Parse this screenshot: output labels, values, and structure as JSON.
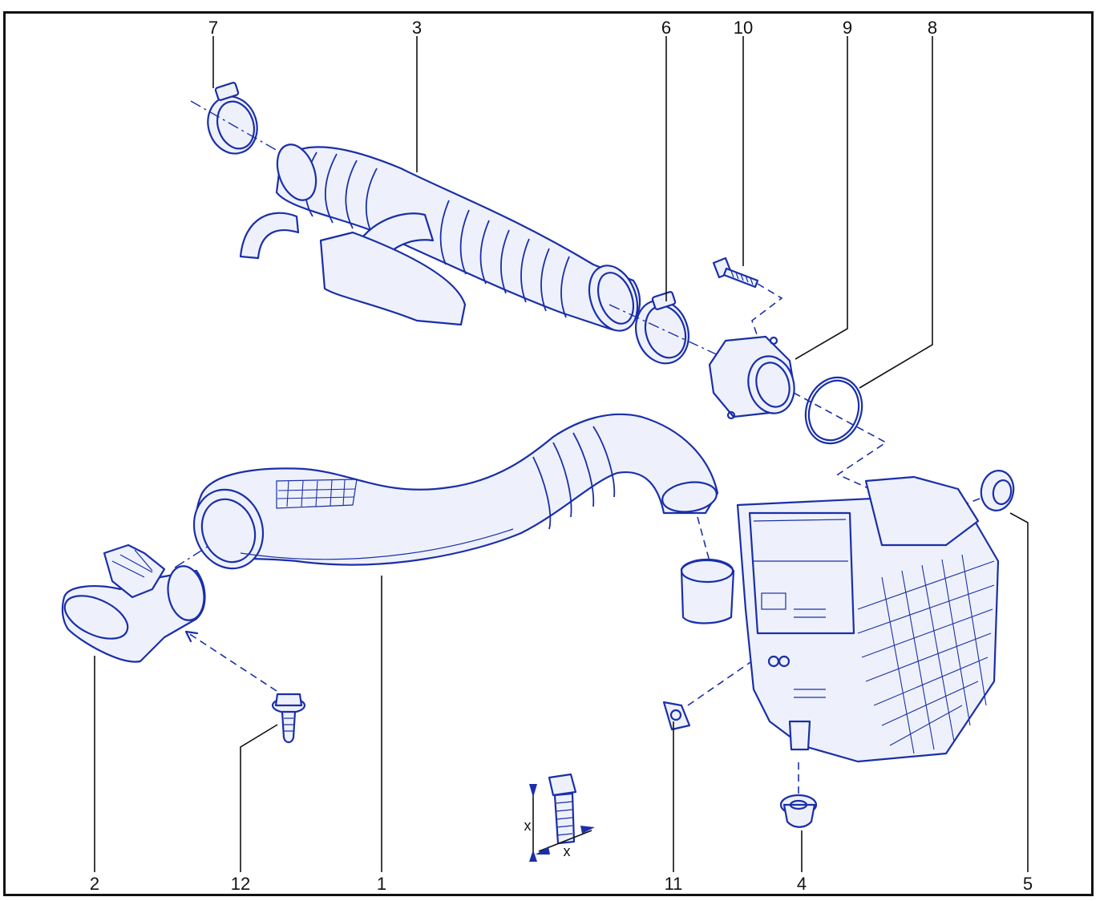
{
  "callouts": [
    "7",
    "3",
    "6",
    "10",
    "9",
    "8",
    "2",
    "12",
    "1",
    "11",
    "4",
    "5"
  ],
  "dimension_symbol": "x",
  "colors": {
    "ink": "#1a2fa8",
    "frame": "#111111",
    "label": "#111111"
  }
}
